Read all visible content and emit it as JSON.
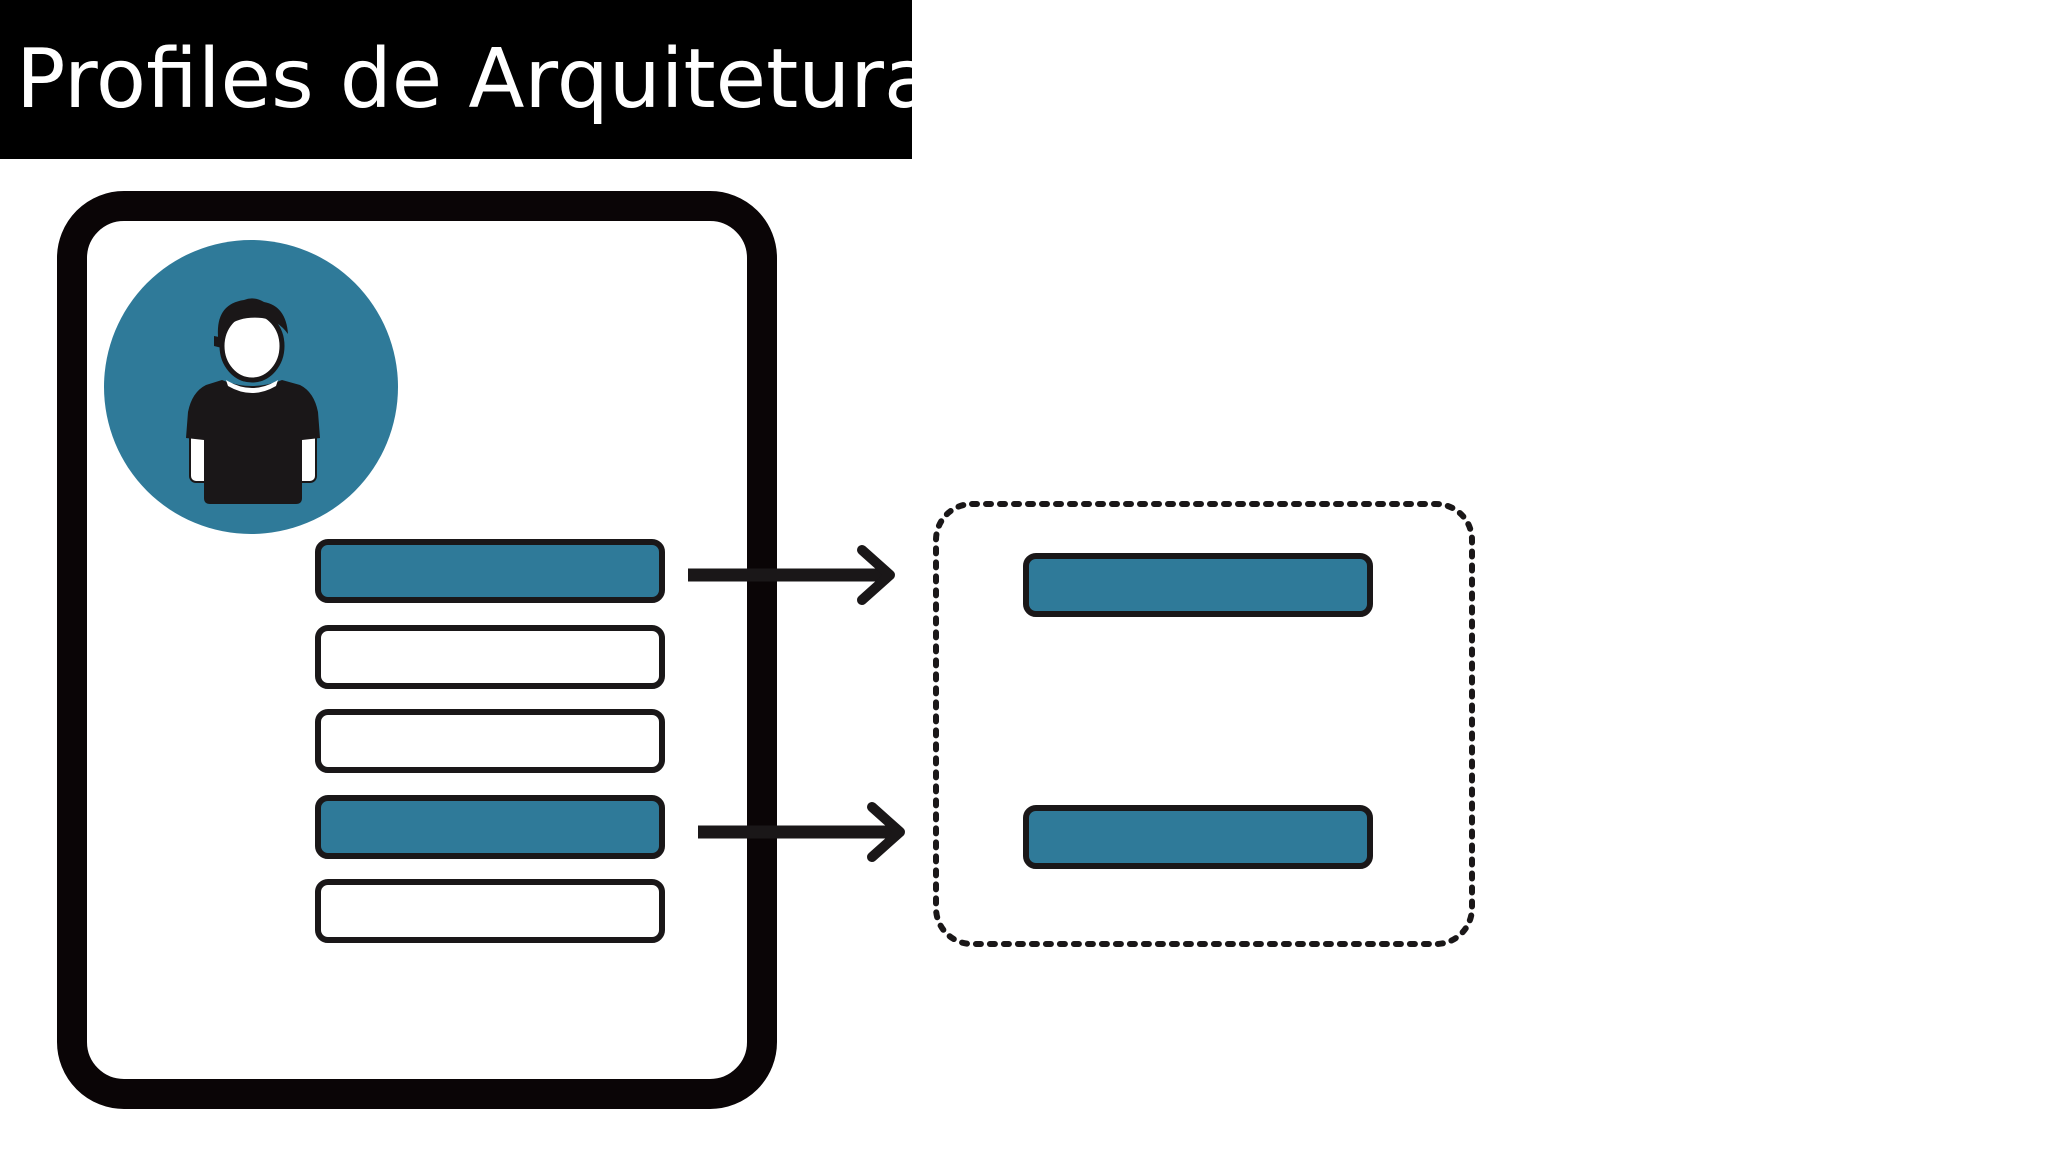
{
  "slide": {
    "title": "Profiles de Arquitetura"
  },
  "colors": {
    "accent": "#2f7a99",
    "outline": "#1a1718",
    "background": "#ffffff",
    "title_bar": "#000000",
    "title_text": "#ffffff"
  },
  "diagram": {
    "model_rows": [
      {
        "state": "selected"
      },
      {
        "state": "empty"
      },
      {
        "state": "empty"
      },
      {
        "state": "selected"
      },
      {
        "state": "empty"
      }
    ],
    "profile_rows": [
      {
        "state": "selected"
      },
      {
        "state": "selected"
      }
    ],
    "icons": {
      "user": "person-icon",
      "arrow": "arrow-right-icon"
    }
  }
}
